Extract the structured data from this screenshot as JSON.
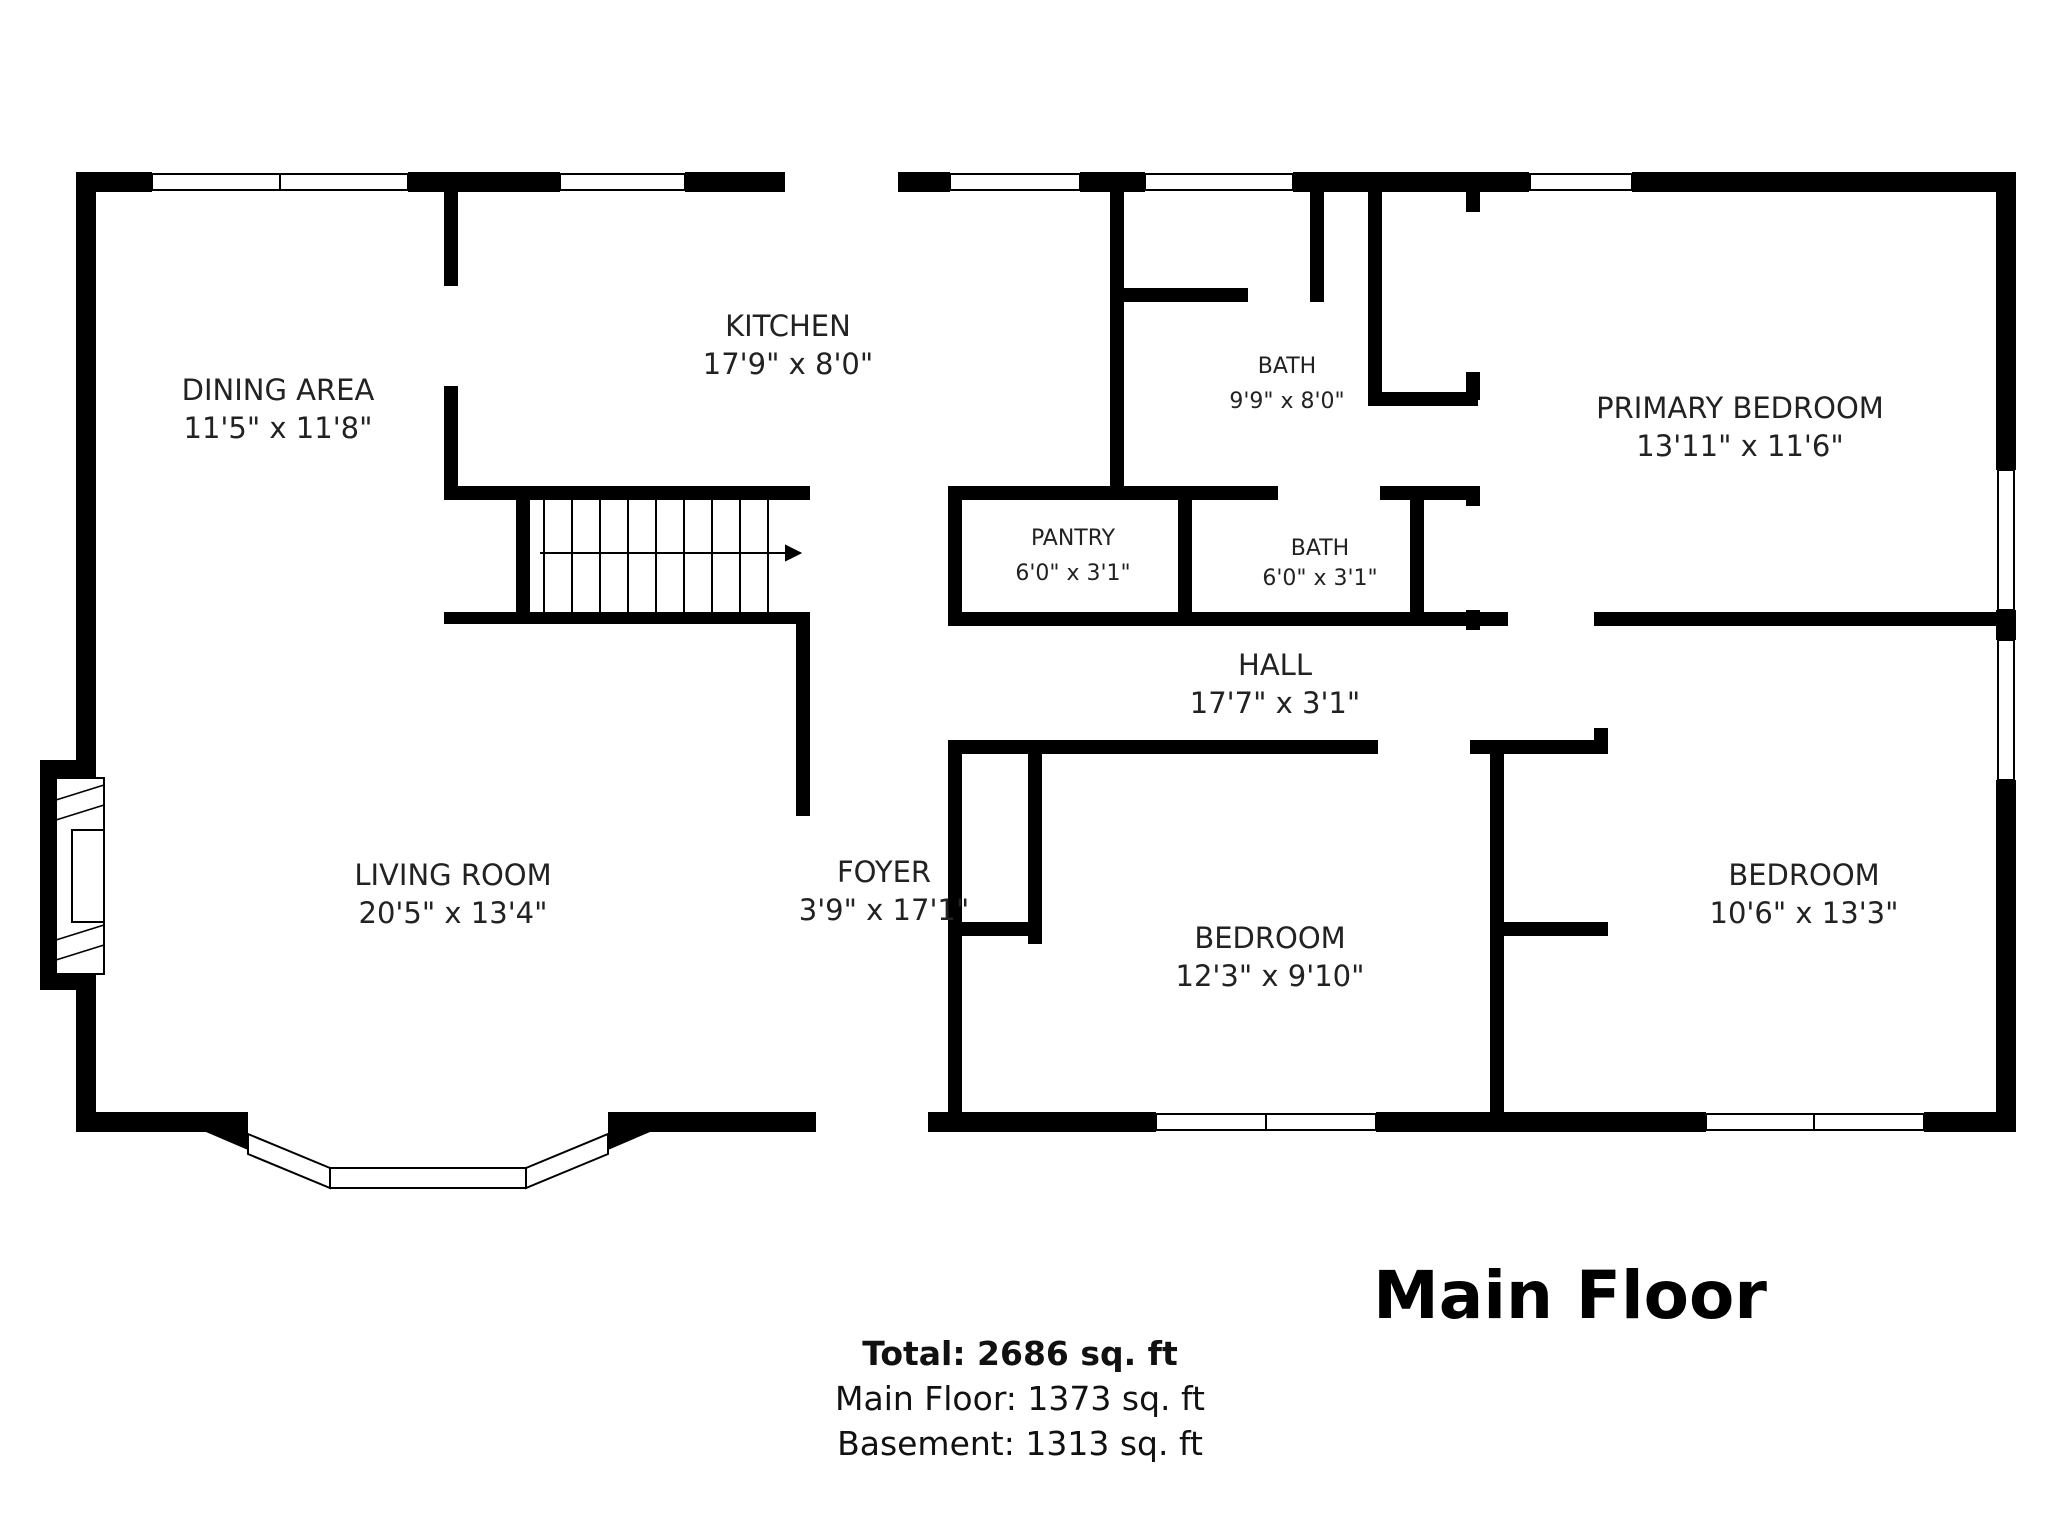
{
  "floor_title": "Main Floor",
  "summary": {
    "total": "Total: 2686 sq. ft",
    "main_floor": "Main Floor: 1373 sq. ft",
    "basement": "Basement: 1313 sq. ft"
  },
  "rooms": {
    "dining": {
      "name": "DINING AREA",
      "dims": "11'5\" x 11'8\""
    },
    "kitchen": {
      "name": "KITCHEN",
      "dims": "17'9\" x 8'0\""
    },
    "bath_main": {
      "name": "BATH",
      "dims": "9'9\" x 8'0\""
    },
    "primary_bedroom": {
      "name": "PRIMARY BEDROOM",
      "dims": "13'11\" x 11'6\""
    },
    "pantry": {
      "name": "PANTRY",
      "dims": "6'0\" x 3'1\""
    },
    "bath_small": {
      "name": "BATH",
      "dims": "6'0\" x 3'1\""
    },
    "hall": {
      "name": "HALL",
      "dims": "17'7\" x 3'1\""
    },
    "living_room": {
      "name": "LIVING ROOM",
      "dims": "20'5\" x 13'4\""
    },
    "foyer": {
      "name": "FOYER",
      "dims": "3'9\" x 17'1\""
    },
    "bedroom_middle": {
      "name": "BEDROOM",
      "dims": "12'3\" x 9'10\""
    },
    "bedroom_right": {
      "name": "BEDROOM",
      "dims": "10'6\" x 13'3\""
    }
  },
  "colors": {
    "wall": "#000000",
    "window": "#ffffff",
    "text": "#222222"
  }
}
